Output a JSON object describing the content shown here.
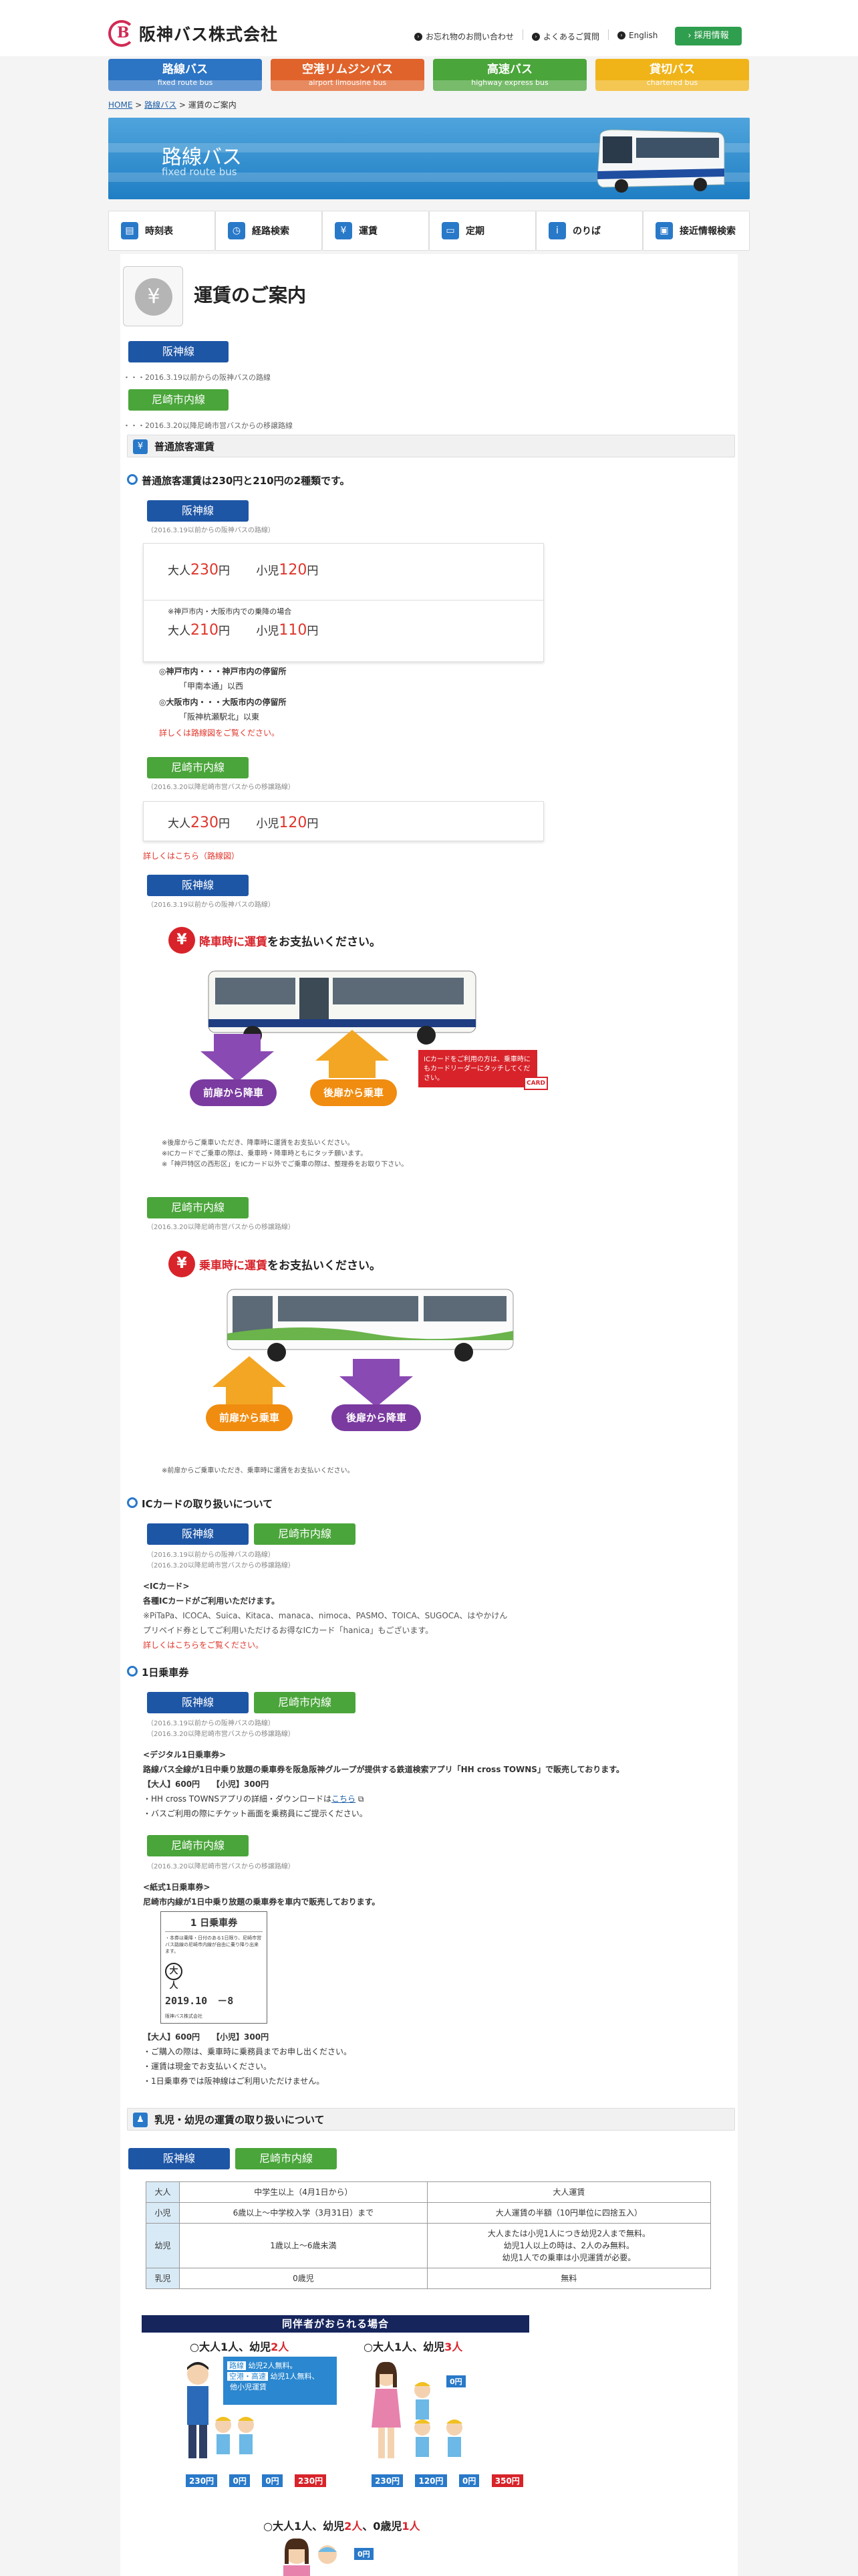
{
  "header": {
    "company": "阪神バス株式会社",
    "util_links": [
      "お忘れ物のお問い合わせ",
      "よくあるご質問",
      "English"
    ],
    "recruit": "採用情報"
  },
  "topnav": [
    {
      "jp": "路線バス",
      "en": "fixed route bus",
      "color": "#2c74c4"
    },
    {
      "jp": "空港リムジンバス",
      "en": "airport limousine bus",
      "color": "#e0632b"
    },
    {
      "jp": "高速バス",
      "en": "highway express bus",
      "color": "#4aa53a"
    },
    {
      "jp": "貸切バス",
      "en": "chartered bus",
      "color": "#f0b418"
    }
  ],
  "breadcrumb": {
    "home": "HOME",
    "sep": " > ",
    "parent": "路線バス",
    "current": "運賃のご案内"
  },
  "banner": {
    "title": "路線バス",
    "subtitle": "fixed route bus"
  },
  "subnav": [
    {
      "icon": "timetable-icon",
      "glyph": "▤",
      "label": "時刻表"
    },
    {
      "icon": "route-search-icon",
      "glyph": "◷",
      "label": "経路検索"
    },
    {
      "icon": "fare-icon",
      "glyph": "¥",
      "label": "運賃"
    },
    {
      "icon": "pass-icon",
      "glyph": "▭",
      "label": "定期"
    },
    {
      "icon": "boarding-icon",
      "glyph": "i",
      "label": "のりば"
    },
    {
      "icon": "approach-info-icon",
      "glyph": "▣",
      "label": "接近情報検索"
    }
  ],
  "page_title": "運賃のご案内",
  "lines": {
    "hanshin": "阪神線",
    "amagasaki": "尼崎市内線"
  },
  "intro_notes": {
    "hanshin": "・・・2016.3.19以前からの阪神バスの路線",
    "amagasaki": "・・・2016.3.20以降尼崎市営バスからの移譲路線"
  },
  "small_notes": {
    "hanshin": "（2016.3.19以前からの阪神バスの路線）",
    "amagasaki": "（2016.3.20以降尼崎市営バスからの移譲路線）"
  },
  "sections": {
    "regular": "普通旅客運賃",
    "regular_h3": "普通旅客運賃は230円と210円の2種類です。",
    "ic_h3": "ICカードの取り扱いについて",
    "day_h3": "1日乗車券",
    "child": "乳児・幼児の運賃の取り扱いについて"
  },
  "fares": {
    "adult_label": "大人",
    "child_label": "小児",
    "yen": "円",
    "adult_230": "230",
    "child_120": "120",
    "adult_210": "210",
    "child_110": "110",
    "zone_note": "※神戸市内・大阪市内での乗降の場合"
  },
  "stop_notes": {
    "kobe": "◎神戸市内・・・神戸市内の停留所",
    "kobe_sub": "「甲南本通」以西",
    "osaka": "◎大阪市内・・・大阪市内の停留所",
    "osaka_sub": "「阪神杭瀬駅北」以東",
    "see_map": "詳しくは路線図をご覧ください。",
    "see_here": "詳しくはこちら（路線図）"
  },
  "pay_alight": {
    "pre": "",
    "hi": "降車時に運賃",
    "post": "をお支払いください。"
  },
  "pay_board": {
    "pre": "",
    "hi": "乗車時に運賃",
    "post": "をお支払いください。"
  },
  "door_labels": {
    "front_alight": "前扉から降車",
    "rear_board": "後扉から乗車",
    "front_board": "前扉から乗車",
    "rear_alight": "後扉から降車"
  },
  "ic_callout": "ICカードをご利用の方は、乗車時にもカードリーダーにタッチしてください。",
  "card_label": "CARD",
  "hanshin_notes": [
    "※後扉からご乗車いただき、降車時に運賃をお支払いください。",
    "※ICカードでご乗車の際は、乗車時・降車時ともにタッチ願います。",
    "※「神戸特区の西形区」をICカード以外でご乗車の際は、整理券をお取り下さい。"
  ],
  "amagasaki_note": "※前扉からご乗車いただき、乗車時に運賃をお支払いください。",
  "ic": {
    "head": "<ICカード>",
    "lead": "各種ICカードがご利用いただけます。",
    "list": "※PiTaPa、ICOCA、Suica、Kitaca、manaca、nimoca、PASMO、TOICA、SUGOCA、はやかけん",
    "prepaid": "プリペイド券としてご利用いただけるお得なICカード「hanica」もございます。",
    "link": "詳しくはこちらをご覧ください。"
  },
  "day_pass": {
    "digital_head": "<デジタル1日乗車券>",
    "digital_lead": "路線バス全線が1日中乗り放題の乗車券を阪急阪神グループが提供する鉄道検索アプリ「HH cross TOWNS」で販売しております。",
    "digital_price": "【大人】600円　　【小児】300円",
    "app_link_pre": "・HH cross TOWNSアプリの詳細・ダウンロードは",
    "app_link": "こちら",
    "screen_note": "・バスご利用の際にチケット画面を乗務員にご提示ください。",
    "paper_head": "<紙式1日乗車券>",
    "paper_lead": "尼崎市内線が1日中乗り放題の乗車券を車内で販売しております。",
    "ticket_title": "1 日乗車券",
    "ticket_body": "・本券は乗降・日付のある1日限り、尼崎市営バス路線の尼崎市内線が自由に乗り降り出来ます。",
    "ticket_adult": "大人",
    "ticket_date": "2019.10　－8",
    "ticket_issuer": "阪神バス株式会社",
    "paper_price": "【大人】600円　　【小児】300円",
    "paper_notes": [
      "・ご購入の際は、乗車時に乗務員までお申し出ください。",
      "・運賃は現金でお支払いください。",
      "・1日乗車券では阪神線はご利用いただけません。"
    ]
  },
  "child_table": [
    [
      "大人",
      "中学生以上（4月1日から）",
      "大人運賃"
    ],
    [
      "小児",
      "6歳以上〜中学校入学（3月31日）まで",
      "大人運賃の半額（10円単位に四捨五入）"
    ],
    [
      "幼児",
      "1歳以上〜6歳未満",
      "大人または小児1人につき幼児2人まで無料。\n幼児1人以上の時は、2人のみ無料。\n幼児1人での乗車は小児運賃が必要。"
    ],
    [
      "乳児",
      "0歳児",
      "無料"
    ]
  ],
  "companion": {
    "bar": "同伴者がおられる場合",
    "case1": {
      "pre": "○大人1人、幼児",
      "hi": "2人"
    },
    "case2": {
      "pre": "○大人1人、幼児",
      "hi": "3人"
    },
    "case3": {
      "pre": "○大人1人、幼児",
      "hi": "2人",
      "mid": "、0歳児",
      "hi2": "1人"
    },
    "callout_tag1": "路線",
    "callout_line1": "幼児2人無料。",
    "callout_tag2": "空港・高速",
    "callout_line2": "幼児1人無料、",
    "callout_line3": "他小児運賃",
    "sum1": [
      "230円",
      "0円",
      "0円",
      "230円"
    ],
    "sum2": [
      "230円",
      "120円",
      "0円",
      "350円"
    ],
    "free_badge": "0円"
  }
}
